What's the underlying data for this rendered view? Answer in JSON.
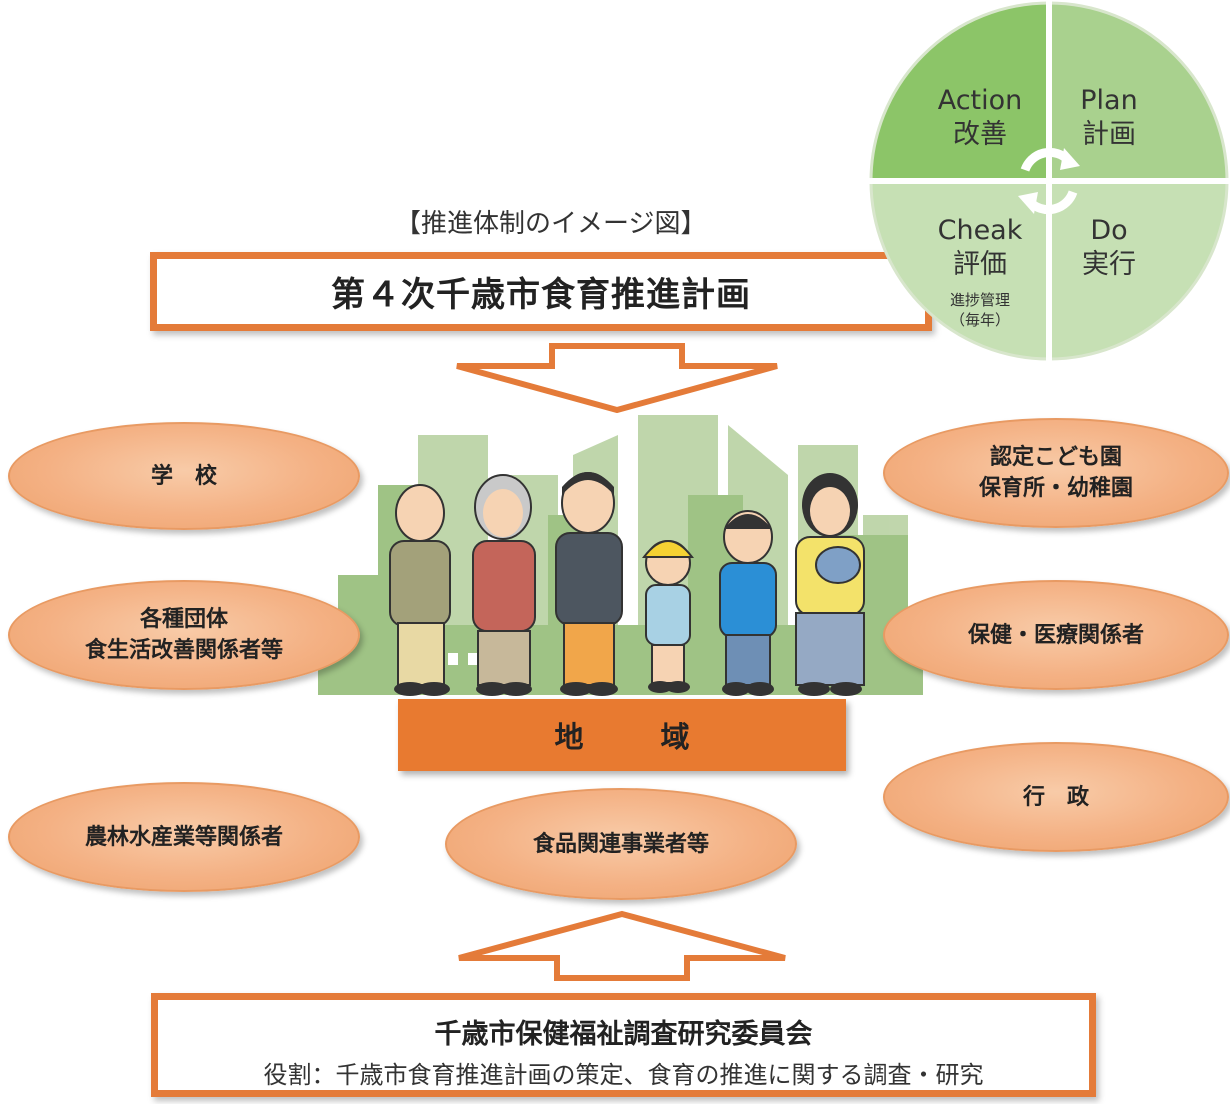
{
  "pdca": {
    "action_en": "Action",
    "action_jp": "改善",
    "plan_en": "Plan",
    "plan_jp": "計画",
    "check_en": "Cheak",
    "check_jp": "評価",
    "check_note1": "進捗管理",
    "check_note2": "（毎年）",
    "do_en": "Do",
    "do_jp": "実行",
    "colors": {
      "action": "#8cc568",
      "plan": "#a9d18e",
      "check": "#c6e0b4",
      "do": "#c6e0b4"
    }
  },
  "caption": "【推進体制のイメージ図】",
  "plan_title": "第４次千歳市食育推進計画",
  "region": "地　域",
  "ovals": {
    "school": "学　校",
    "groups_line1": "各種団体",
    "groups_line2": "食生活改善関係者等",
    "agri": "農林水産業等関係者",
    "food": "食品関連事業者等",
    "nursery_line1": "認定こども園",
    "nursery_line2": "保育所・幼稚園",
    "health": "保健・医療関係者",
    "admin": "行　政"
  },
  "committee": {
    "title": "千歳市保健福祉調査研究委員会",
    "role": "役割：千歳市食育推進計画の策定、食育の推進に関する調査・研究"
  },
  "colors": {
    "accent": "#e47b39",
    "oval": "#f4b184"
  }
}
